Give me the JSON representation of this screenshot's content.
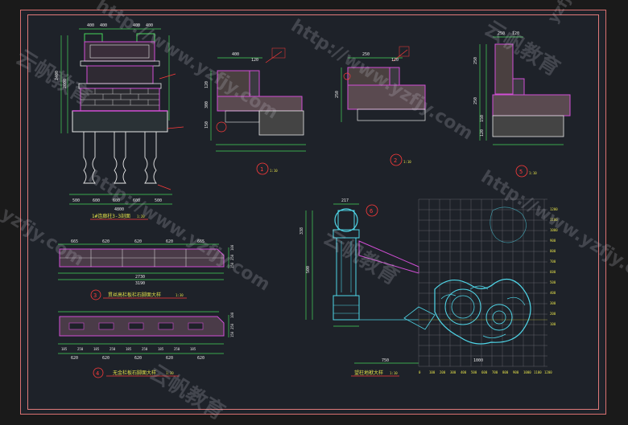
{
  "colors": {
    "background": "#1e2229",
    "border": "#e07a7a",
    "cyan": "#4fd6e8",
    "magenta": "#d24ed6",
    "yellow": "#e3e04a",
    "green": "#46d65a",
    "red": "#ff3b3b",
    "white": "#e8e8e8",
    "grid": "#6f6f7a"
  },
  "detail_labels": {
    "d1_number": "1",
    "d2_number": "2",
    "d4_number": "4",
    "d5_number": "5",
    "d1_scale": "1:10",
    "d2_scale": "1:10",
    "d5_scale": "1:10",
    "d6_number": "6"
  },
  "titles": {
    "section_main": "1#连廊柱3-3剖面",
    "section_main_scale": "1:20",
    "stone_top": "贯丝高栏板栏石脚面大样",
    "stone_top_scale": "1:30",
    "stone_top_number": "3",
    "stone_bottom": "无金栏板石脚面大样",
    "stone_bottom_scale": "1:30",
    "stone_bottom_number": "4",
    "railing": "望柱地栿大样",
    "railing_scale": "1:10"
  },
  "dimensions": {
    "top_left_a": "400",
    "top_left_b": "400",
    "top_right_a": "400",
    "top_right_b": "400",
    "col_bottom": [
      "500",
      "600",
      "600",
      "600",
      "500"
    ],
    "col_total": "4800",
    "col_height_a": "2400",
    "col_height_b": "2000",
    "d1_top": [
      "400",
      "120"
    ],
    "d1_side": [
      "120",
      "300",
      "150"
    ],
    "d2_top": [
      "250",
      "120"
    ],
    "d2_side": [
      "250"
    ],
    "d5_top": [
      "250",
      "120"
    ],
    "d5_side": [
      "250",
      "250",
      "150",
      "120"
    ],
    "stone_top_segments": [
      "665",
      "620",
      "620",
      "620",
      "665"
    ],
    "stone_top_total": "2730",
    "stone_top_total2": "3190",
    "stone_top_side": [
      "100",
      "250",
      "150"
    ],
    "stone_bottom_segments": [
      "185",
      "250",
      "185",
      "250",
      "185",
      "250",
      "185",
      "250",
      "185"
    ],
    "stone_bottom_sub": [
      "620",
      "620",
      "620",
      "620",
      "620"
    ],
    "stone_bottom_side": [
      "100",
      "250",
      "150"
    ],
    "rail_top": "217",
    "rail_side_a": "338",
    "rail_side_b": "500",
    "rail_bottom": "750",
    "rail_right": "1000",
    "grid_ticks_x": [
      "0",
      "100",
      "200",
      "300",
      "400",
      "500",
      "600",
      "700",
      "800",
      "900",
      "1000",
      "1100",
      "1200"
    ],
    "grid_ticks_y": [
      "1200",
      "1100",
      "1000",
      "900",
      "800",
      "700",
      "600",
      "500",
      "400",
      "300",
      "200",
      "100"
    ]
  },
  "watermarks": {
    "url": "http://www.yzfjy.com",
    "brand": "云帆教育",
    "short": "yzfjy.com"
  }
}
